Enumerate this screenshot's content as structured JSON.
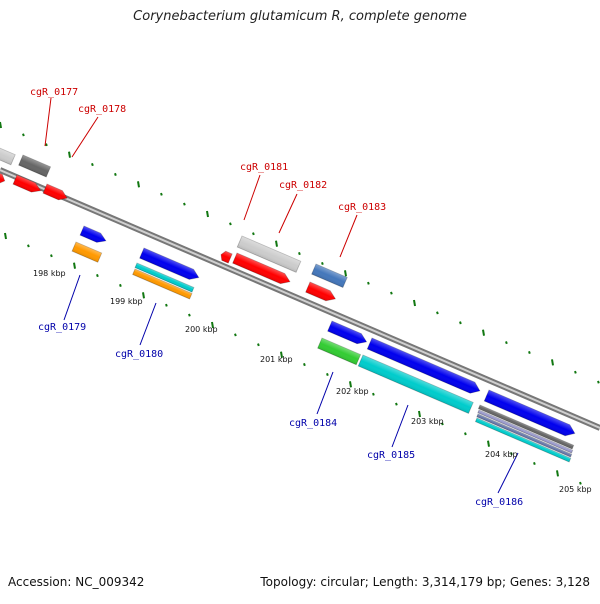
{
  "title": "Corynebacterium glutamicum R, complete genome",
  "footer": {
    "accession": "Accession: NC_009342",
    "summary": "Topology: circular; Length: 3,314,179 bp; Genes: 3,128"
  },
  "colors": {
    "plus_label": "#cc0000",
    "minus_label": "#0000aa",
    "tick": "#117711",
    "backbone": "#888888"
  },
  "ruler_labels": [
    "198 kbp",
    "199 kbp",
    "200 kbp",
    "201 kbp",
    "202 kbp",
    "203 kbp",
    "204 kbp",
    "205 kbp"
  ],
  "gene_labels_plus": [
    "cgR_0177",
    "cgR_0178",
    "cgR_0181",
    "cgR_0182",
    "cgR_0183"
  ],
  "gene_labels_minus": [
    "cgR_0179",
    "cgR_0180",
    "cgR_0184",
    "cgR_0185",
    "cgR_0186"
  ]
}
